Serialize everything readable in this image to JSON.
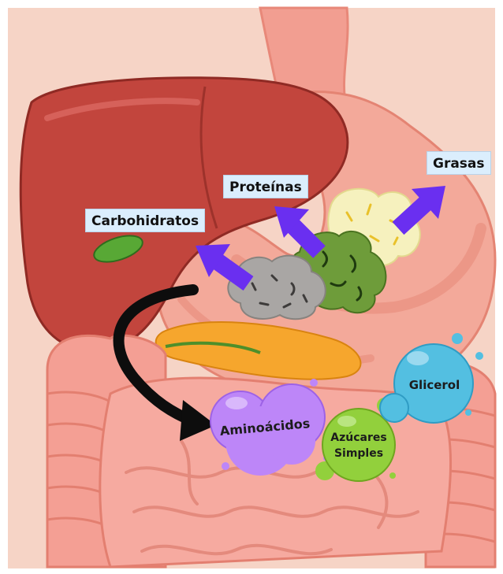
{
  "labels": {
    "carbohidratos": "Carbohidratos",
    "proteinas": "Proteínas",
    "grasas": "Grasas"
  },
  "molecules": {
    "aminoacidos": "Aminoácidos",
    "azucares_line1": "Azúcares",
    "azucares_line2": "Simples",
    "glicerol": "Glicerol"
  },
  "colors": {
    "arrow": "#6a2ff0",
    "label_bg": "#dbeefd",
    "aminoacidos": "#bd86f8",
    "azucares": "#92d03c",
    "glicerol": "#53bfe1",
    "liver": "#c2453d",
    "intestine": "#f39a90",
    "stomach": "#f0a193"
  },
  "icons": {
    "food_fat": "fat-blob-icon",
    "food_protein": "protein-blob-icon",
    "food_carb": "carb-blob-icon",
    "digestion_arrow": "curved-black-arrow-icon"
  }
}
